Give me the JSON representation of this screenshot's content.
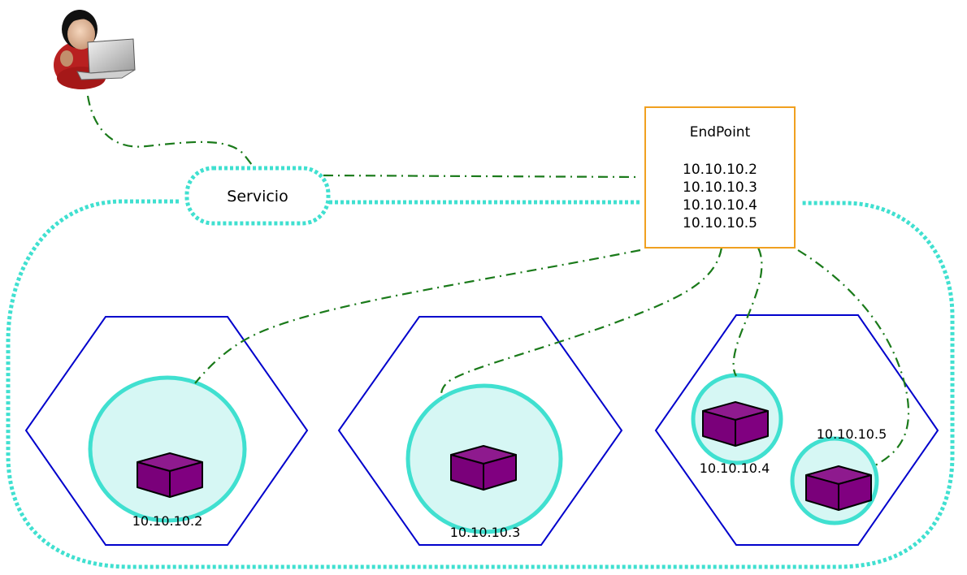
{
  "colors": {
    "cluster": "#40e0d0",
    "node_border": "#0000cc",
    "pod_fill": "#d6f7f4",
    "pod_border": "#40e0d0",
    "container": "#800080",
    "link": "#1a7a1a",
    "endpoint_border": "#f0a020"
  },
  "user": {
    "icon": "user-with-laptop-icon"
  },
  "service": {
    "label": "Servicio"
  },
  "endpoint": {
    "title": "EndPoint",
    "ips": [
      "10.10.10.2",
      "10.10.10.3",
      "10.10.10.4",
      "10.10.10.5"
    ]
  },
  "nodes": [
    {
      "pods": [
        {
          "ip": "10.10.10.2",
          "icon": "container-box-icon"
        }
      ]
    },
    {
      "pods": [
        {
          "ip": "10.10.10.3",
          "icon": "container-box-icon"
        }
      ]
    },
    {
      "pods": [
        {
          "ip": "10.10.10.4",
          "icon": "container-box-icon"
        },
        {
          "ip": "10.10.10.5",
          "icon": "container-box-icon"
        }
      ]
    }
  ]
}
